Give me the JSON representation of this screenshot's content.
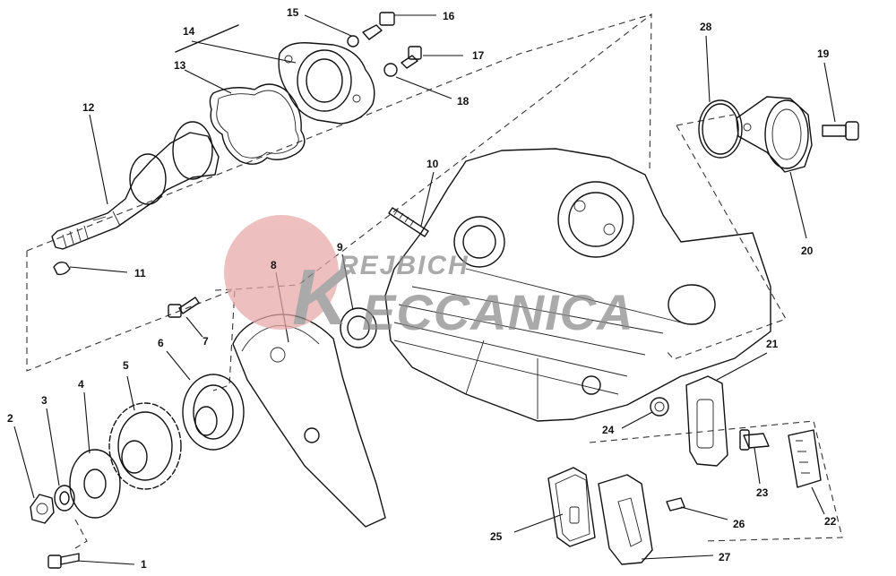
{
  "callouts": {
    "c1": "1",
    "c2": "2",
    "c3": "3",
    "c4": "4",
    "c5": "5",
    "c6": "6",
    "c7": "7",
    "c8": "8",
    "c9": "9",
    "c10": "10",
    "c11": "11",
    "c12": "12",
    "c13": "13",
    "c14": "14",
    "c15": "15",
    "c16": "16",
    "c17": "17",
    "c18": "18",
    "c19": "19",
    "c20": "20",
    "c21": "21",
    "c22": "22",
    "c23": "23",
    "c24": "24",
    "c25": "25",
    "c26": "26",
    "c27": "27",
    "c28": "28"
  },
  "watermark": {
    "line1": "REJBICH",
    "line2": "ECCANICA",
    "logo_letter": "K",
    "color": "#e03c3c"
  }
}
